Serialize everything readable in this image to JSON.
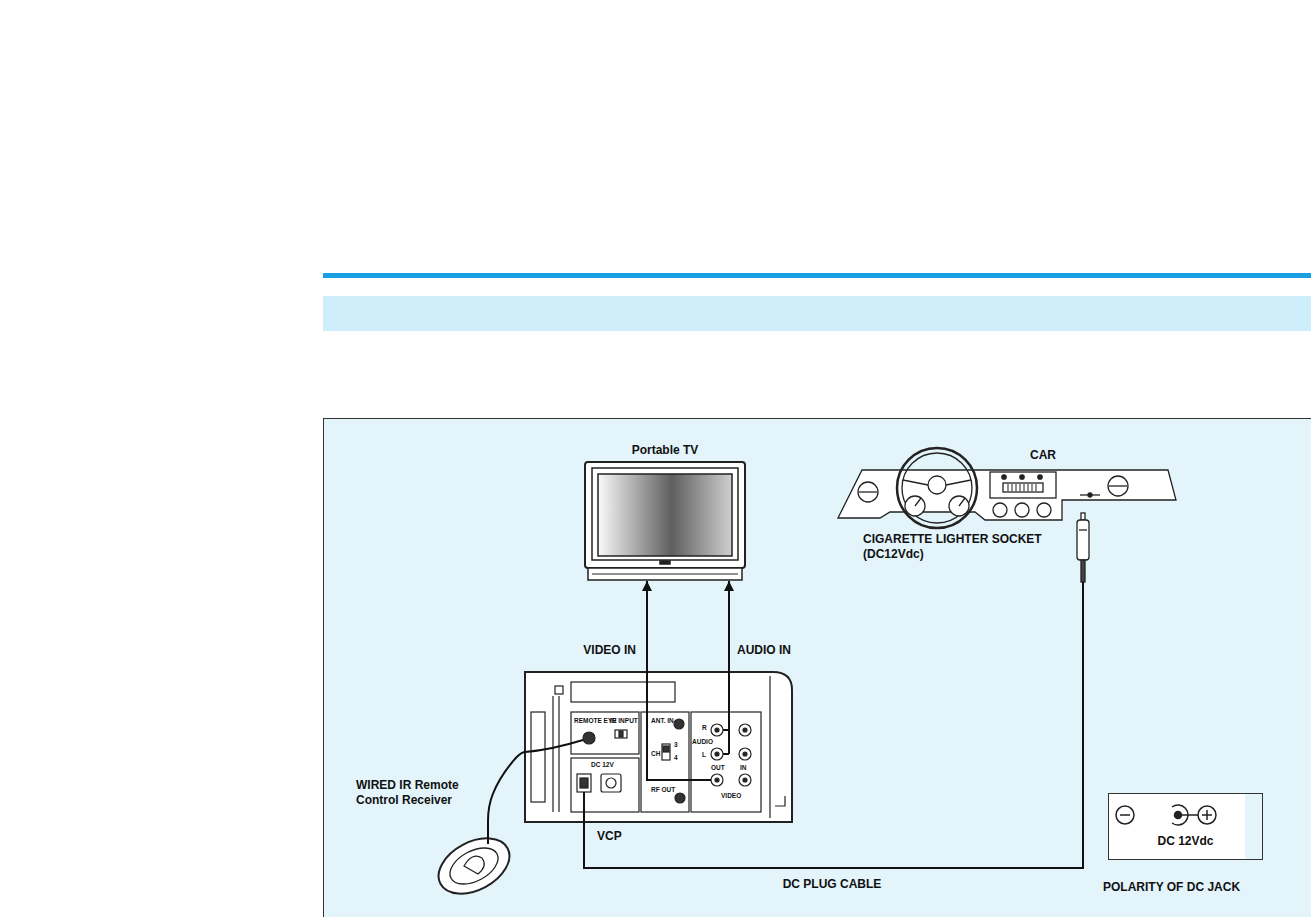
{
  "diagram": {
    "nodes": [
      {
        "text": [
          "Portable TV"
        ]
      },
      {
        "text": [
          "CAR",
          "CIGARETTE LIGHTER SOCKET (DC12Vdc)"
        ]
      },
      {
        "text": [
          "WIRED IR Remote Control Receiver"
        ]
      },
      {
        "text": [
          "VCP"
        ]
      },
      {
        "text": [
          "DC 12Vdc",
          "POLARITY OF DC JACK"
        ]
      }
    ],
    "edges": [
      {
        "from": 3,
        "to": 0,
        "label": "VIDEO IN",
        "arrow": "to"
      },
      {
        "from": 3,
        "to": 0,
        "label": "AUDIO IN",
        "arrow": "to"
      },
      {
        "from": 2,
        "to": 3,
        "arrow": "none"
      },
      {
        "from": 3,
        "to": 1,
        "label": "DC PLUG CABLE",
        "arrow": "none"
      }
    ],
    "labels": [
      "REMOTE EYE",
      "IR INPUT",
      "ANT. IN",
      "CH",
      "3",
      "4",
      "RF OUT",
      "AUDIO",
      "R",
      "L",
      "OUT",
      "IN",
      "VIDEO",
      "DC 12V"
    ]
  }
}
